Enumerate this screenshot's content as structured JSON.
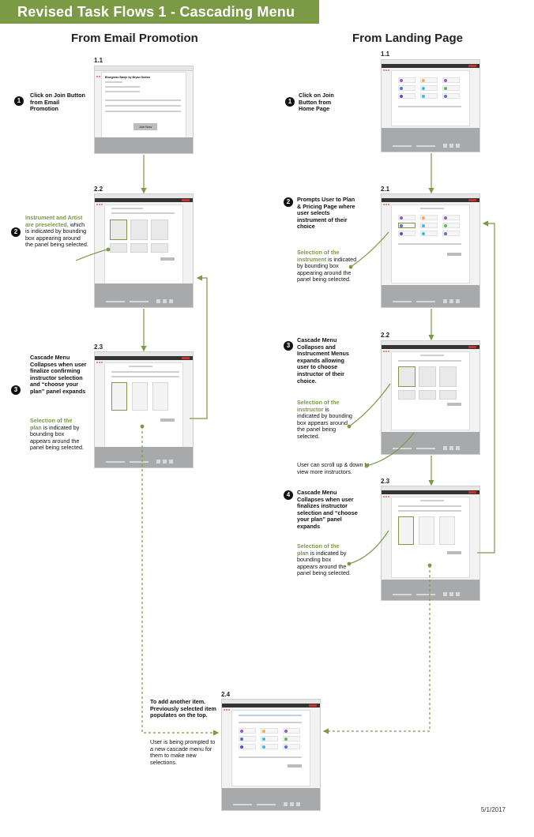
{
  "title": "Revised Task Flows 1 - Cascading Menu",
  "left_heading": "From Email Promotion",
  "right_heading": "From Landing  Page",
  "labels": {
    "l11": "1.1",
    "l22": "2.2",
    "l23": "2.3",
    "r11": "1.1",
    "r21": "2.1",
    "r22": "2.2",
    "r23": "2.3",
    "b24": "2.4"
  },
  "email_screen": {
    "headline": "Bluegrass Banjo by Bryan Sutton",
    "button": "Join Now"
  },
  "steps": {
    "l1_num": "1",
    "l1_text": "Click on Join Button from Email Promotion",
    "l2_num": "2",
    "l2_green": "Instrument and Artist are preselected,",
    "l2_text": "which is indicated by bounding box appearing around the panel being selected.",
    "l3_num": "3",
    "l3_text": "Cascade Menu Collapses when user finalize confirming instructor selection and “choose your plan” panel expands",
    "l3_green": "Selection of the plan",
    "l3_rest": "is indicated by bounding box appears around the panel being selected.",
    "r1_num": "1",
    "r1_text": "Click on Join Button from Home Page",
    "r2_num": "2",
    "r2_text": "Prompts User to Plan & Pricing Page where user selects instrument of their choice",
    "r2_green": "Selection of the instrument",
    "r2_rest": "is indicated by bounding box appearing around the panel being selected.",
    "r3_num": "3",
    "r3_text": "Cascade Menu Collapses and Instrucment Menus expands allowing user to choose instructor of their choice.",
    "r3_green": "Selection of the instructor",
    "r3_rest": "is indicated by bounding box appears around the panel being selected.",
    "r3_scroll": "User can scroll up & down to view more instructors.",
    "r4_num": "4",
    "r4_text": "Cascade Menu Collapses when user finalizes instructor selection and “choose your plan” panel expands",
    "r4_green": "Selection of the plan",
    "r4_rest": "is indicated by bounding box appears around the panel being selected.",
    "b_text": "To add another item. Previously selected item populates on the top.",
    "b_rest": "User is being prompted to a new cascade menu for them to make new selections."
  },
  "date": "5/1/2017",
  "colors": {
    "banner": "#7a9a45",
    "green_text": "#7a9a45",
    "connector": "#7a9a45"
  }
}
